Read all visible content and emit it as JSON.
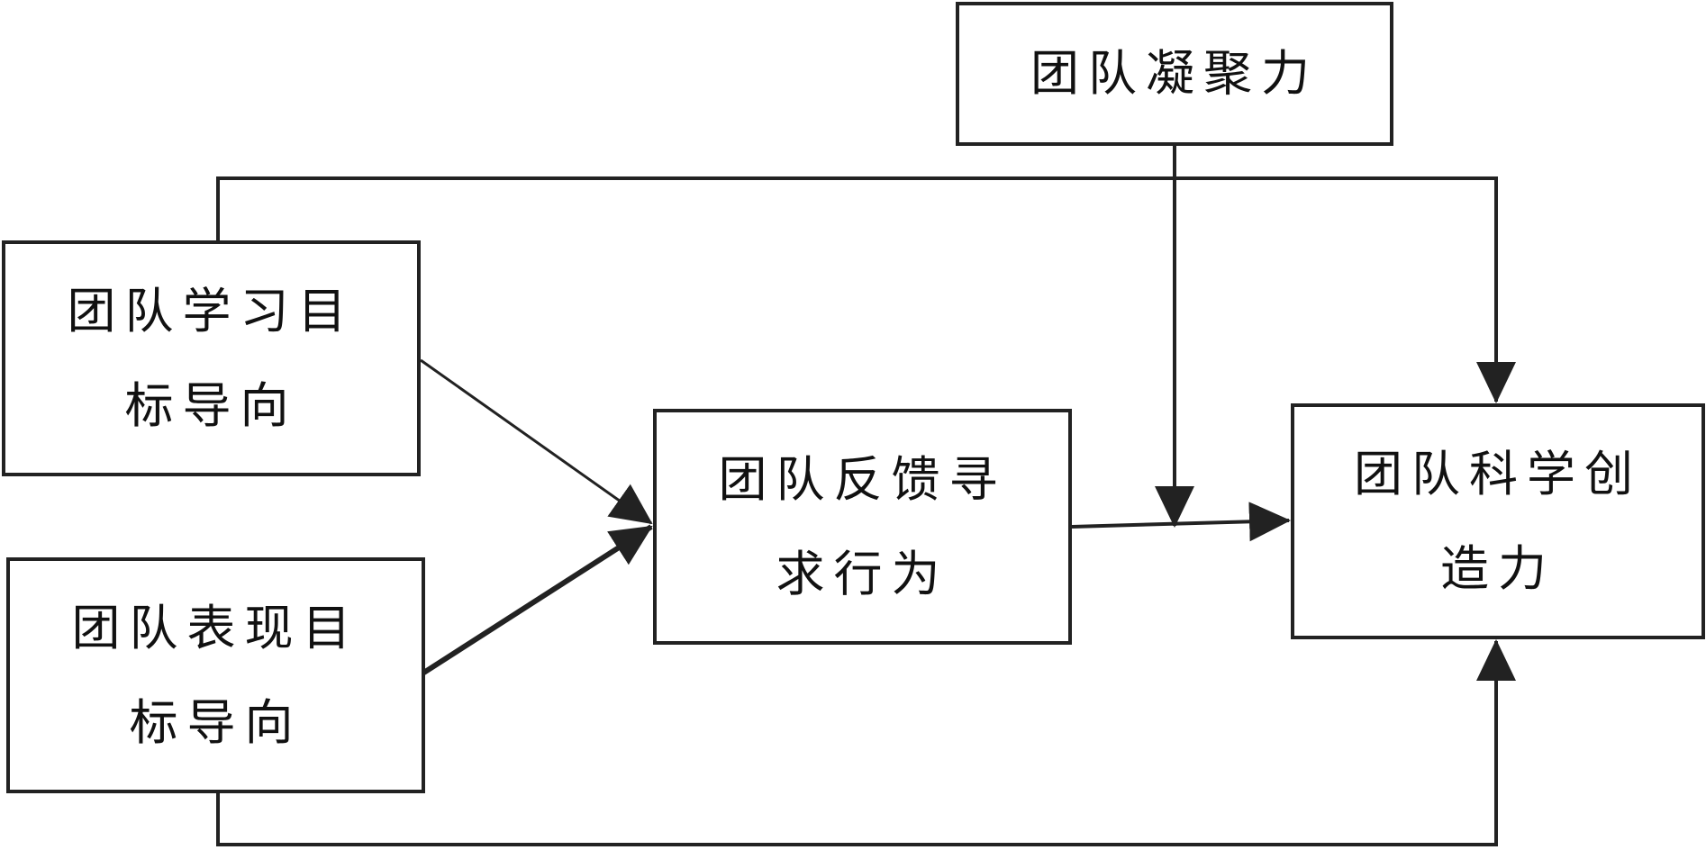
{
  "diagram": {
    "nodes": {
      "cohesion": {
        "lines": [
          "团队凝聚力"
        ]
      },
      "learning": {
        "lines": [
          "团队学习目",
          "标导向"
        ]
      },
      "performance": {
        "lines": [
          "团队表现目",
          "标导向"
        ]
      },
      "feedback": {
        "lines": [
          "团队反馈寻",
          "求行为"
        ]
      },
      "creativity": {
        "lines": [
          "团队科学创",
          "造力"
        ]
      }
    },
    "edges": [
      {
        "from": "learning",
        "to": "feedback"
      },
      {
        "from": "performance",
        "to": "feedback"
      },
      {
        "from": "feedback",
        "to": "creativity"
      },
      {
        "from": "learning",
        "to": "creativity"
      },
      {
        "from": "performance",
        "to": "creativity"
      },
      {
        "from": "cohesion",
        "to": "feedback-creativity-path",
        "type": "moderation"
      }
    ],
    "colors": {
      "stroke": "#222222",
      "text": "#111111",
      "background": "#ffffff"
    }
  }
}
